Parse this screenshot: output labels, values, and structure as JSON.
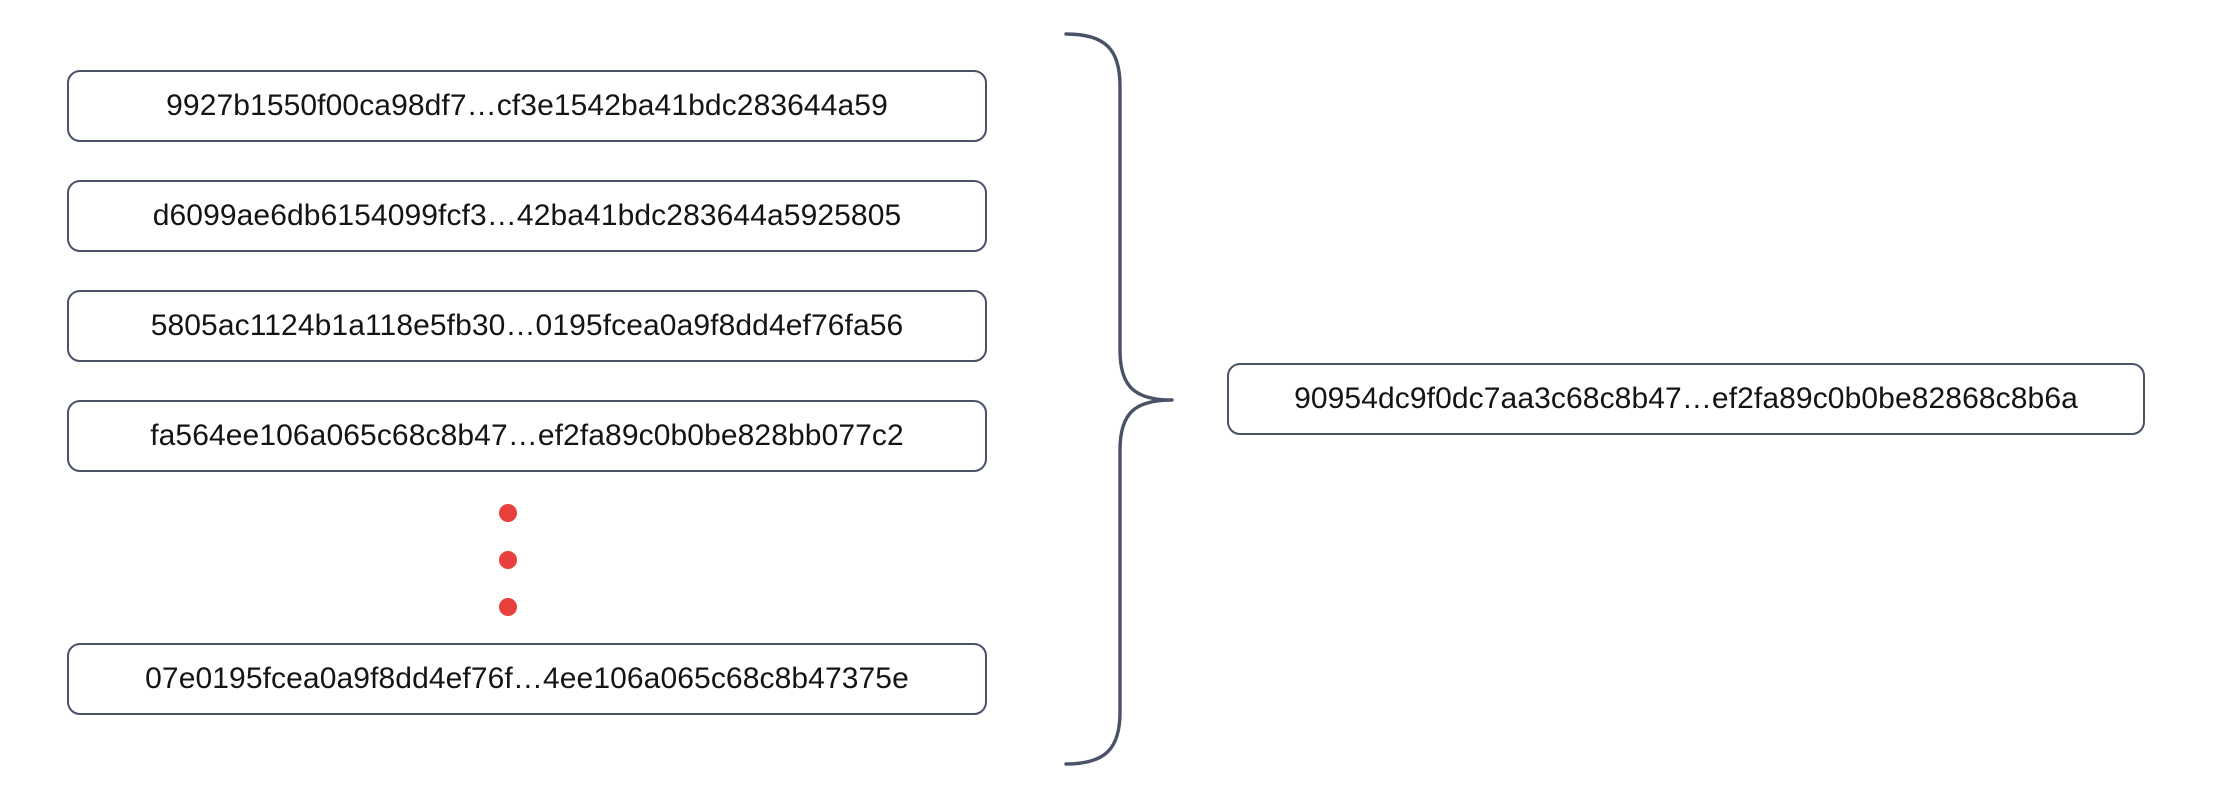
{
  "diagram": {
    "type": "many-to-one-aggregation",
    "inputs": {
      "label": "input-hash-list",
      "items": [
        {
          "id": "input-hash-1",
          "text": "9927b1550f00ca98df7…cf3e1542ba41bdc283644a59"
        },
        {
          "id": "input-hash-2",
          "text": "d6099ae6db6154099fcf3…42ba41bdc283644a5925805"
        },
        {
          "id": "input-hash-3",
          "text": "5805ac1124b1a118e5fb30…0195fcea0a9f8dd4ef76fa56"
        },
        {
          "id": "input-hash-4",
          "text": "fa564ee106a065c68c8b47…ef2fa89c0b0be828bb077c2"
        },
        {
          "id": "input-hash-5",
          "text": "07e0195fcea0a9f8dd4ef76f…4ee106a065c68c8b47375e"
        }
      ]
    },
    "continuation": {
      "label": "vertical-ellipsis",
      "dot_count": 3,
      "dot_color": "#e8403c"
    },
    "connector": {
      "label": "curly-brace",
      "orientation": "right-pointing",
      "color": "#4a5268"
    },
    "output": {
      "label": "output-hash",
      "text": "90954dc9f0dc7aa3c68c8b47…ef2fa89c0b0be82868c8b6a"
    },
    "colors": {
      "box_border": "#4a5268",
      "box_fill": "#ffffff",
      "text": "#141414",
      "accent_red": "#e8403c",
      "background": "#ffffff"
    }
  }
}
